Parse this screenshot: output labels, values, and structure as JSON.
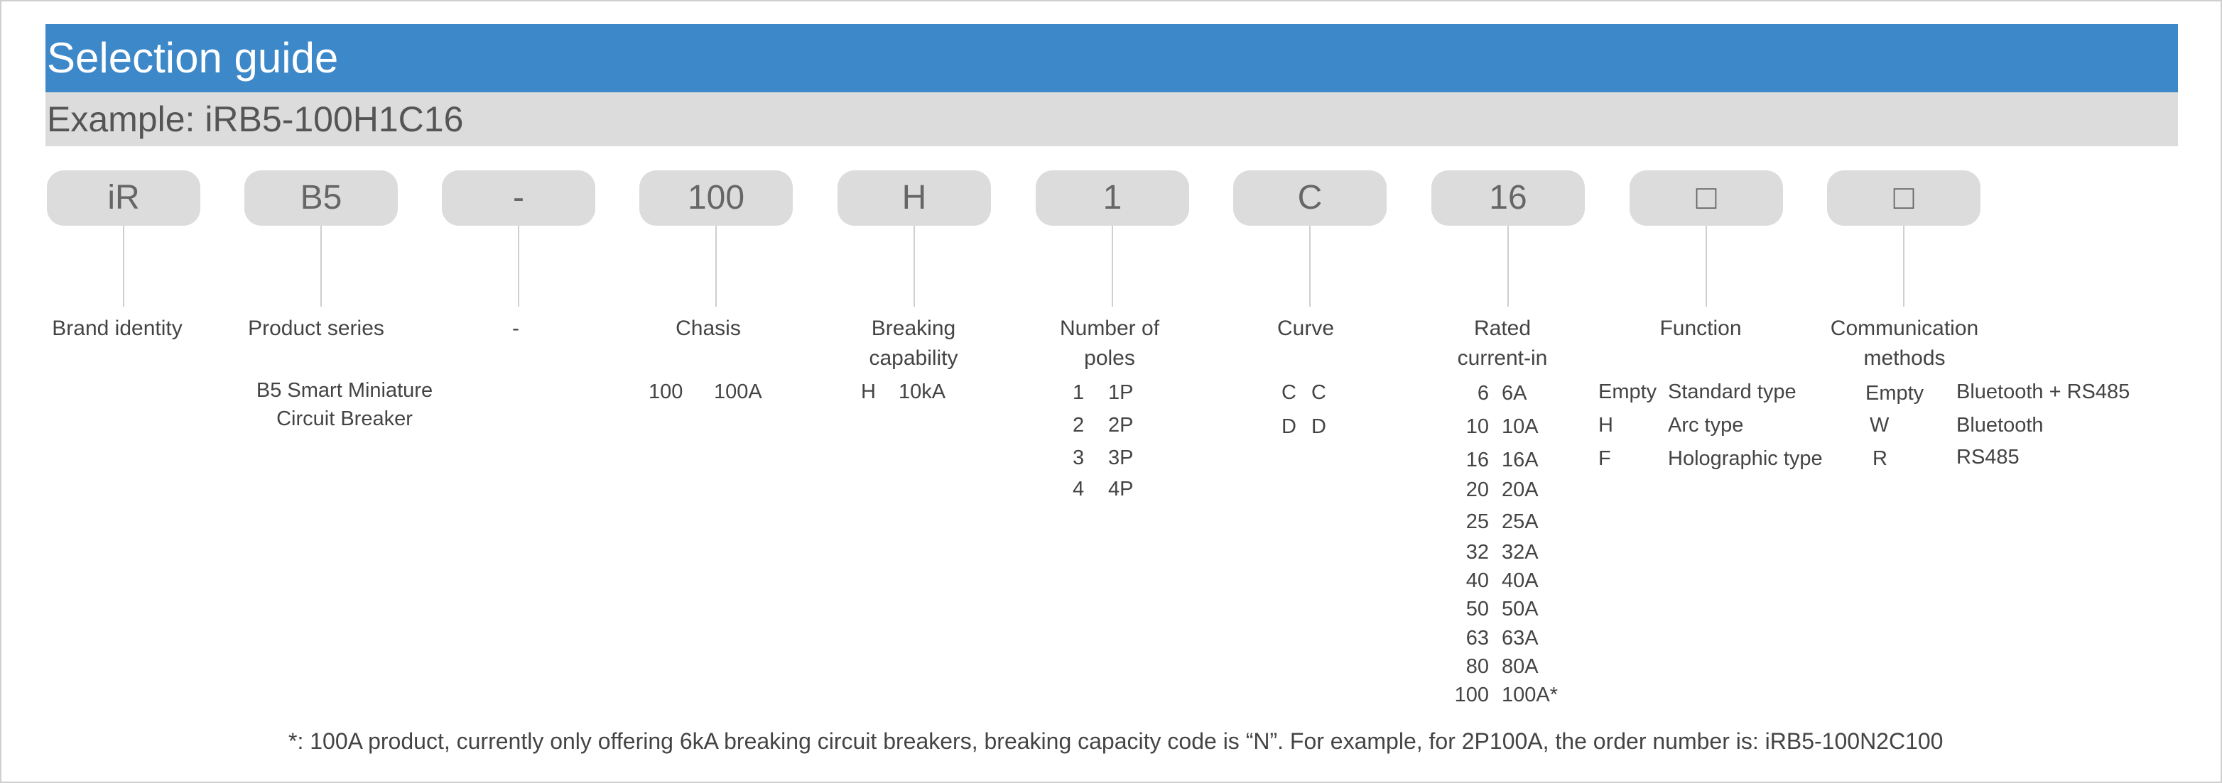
{
  "title": "Selection guide",
  "example": "Example: iRB5-100H1C16",
  "codes": [
    "iR",
    "B5",
    "-",
    "100",
    "H",
    "1",
    "C",
    "16",
    "□",
    "□"
  ],
  "labels": {
    "brand": "Brand identity",
    "series": "Product series",
    "dash": "-",
    "chasis": "Chasis",
    "breaking": [
      "Breaking",
      "capability"
    ],
    "poles": [
      "Number of",
      "poles"
    ],
    "curve": "Curve",
    "rated": [
      "Rated",
      "current-in"
    ],
    "function": "Function",
    "communication": [
      "Communication",
      "methods"
    ]
  },
  "series_options": [
    "B5 Smart Miniature",
    "Circuit Breaker"
  ],
  "chasis_options": [
    [
      "100",
      "100A"
    ]
  ],
  "breaking_options": [
    [
      "H",
      "10kA"
    ]
  ],
  "pole_options": [
    [
      "1",
      "1P"
    ],
    [
      "2",
      "2P"
    ],
    [
      "3",
      "3P"
    ],
    [
      "4",
      "4P"
    ]
  ],
  "curve_options": [
    [
      "C",
      "C"
    ],
    [
      "D",
      "D"
    ]
  ],
  "current_options": [
    [
      "6",
      "6A"
    ],
    [
      "10",
      "10A"
    ],
    [
      "16",
      "16A"
    ],
    [
      "20",
      "20A"
    ],
    [
      "25",
      "25A"
    ],
    [
      "32",
      "32A"
    ],
    [
      "40",
      "40A"
    ],
    [
      "50",
      "50A"
    ],
    [
      "63",
      "63A"
    ],
    [
      "80",
      "80A"
    ],
    [
      "100",
      "100A*"
    ]
  ],
  "function_options": [
    [
      "Empty",
      "Standard type"
    ],
    [
      "H",
      "Arc type"
    ],
    [
      "F",
      "Holographic type"
    ]
  ],
  "comm_options": [
    [
      "Empty",
      "Bluetooth + RS485"
    ],
    [
      "W",
      "Bluetooth"
    ],
    [
      "R",
      "RS485"
    ]
  ],
  "footnote": "*: 100A product, currently only offering 6kA breaking circuit breakers, breaking capacity code is “N”. For example, for 2P100A, the order number is: iRB5-100N2C100"
}
